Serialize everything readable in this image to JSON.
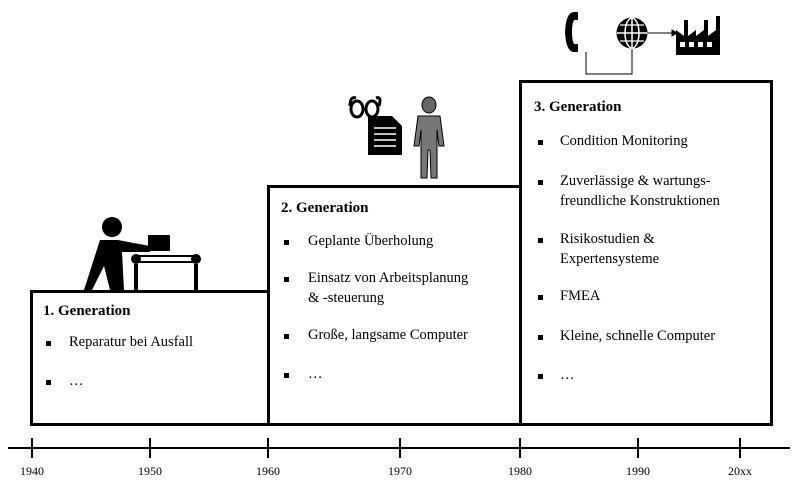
{
  "generations": [
    {
      "title": "1. Generation",
      "items": [
        "Reparatur bei Ausfall",
        "…"
      ]
    },
    {
      "title": "2. Generation",
      "items": [
        "Geplante Überholung",
        "Einsatz von Arbeitsplanung",
        "& -steuerung",
        "Große, langsame Computer",
        "…"
      ]
    },
    {
      "title": "3. Generation",
      "items": [
        "Condition Monitoring",
        "Zuverlässige & wartungs-",
        "freundliche Konstruktionen",
        "Risikostudien &",
        "Expertensysteme",
        "FMEA",
        "Kleine, schnelle Computer",
        "…"
      ]
    }
  ],
  "timeline": {
    "labels": [
      "1940",
      "1950",
      "1960",
      "1970",
      "1980",
      "1990",
      "20xx"
    ]
  },
  "icons": [
    "worker-at-machine-icon",
    "glasses-icon",
    "document-icon",
    "person-standing-icon",
    "telephone-icon",
    "globe-icon",
    "factory-icon"
  ]
}
